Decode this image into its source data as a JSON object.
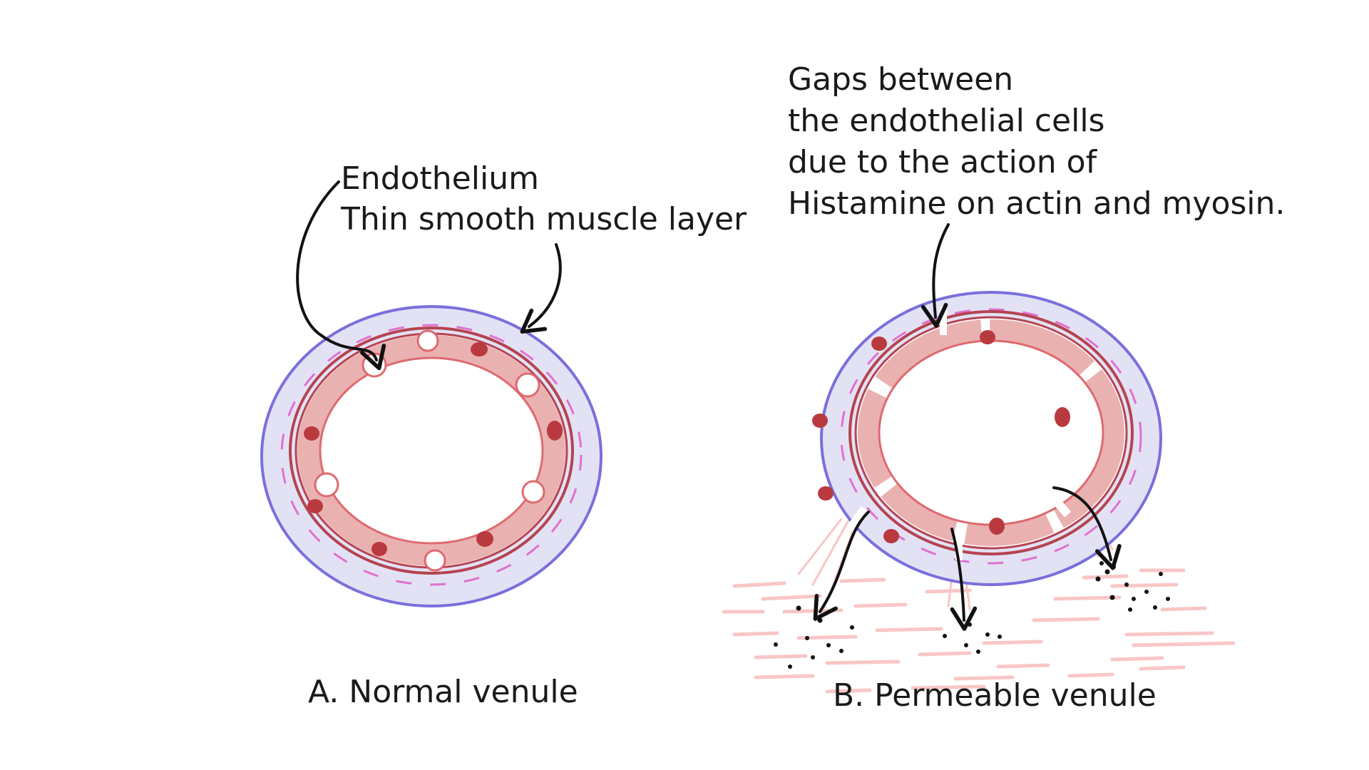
{
  "labels": {
    "endothelium": "Endothelium",
    "smooth_muscle": "Thin smooth muscle layer",
    "gaps": [
      "Gaps between",
      "the endothelial cells",
      "due to the action of",
      "Histamine on actin and myosin."
    ],
    "caption_a": "A. Normal venule",
    "caption_b": "B. Permeable venule"
  },
  "colors": {
    "adventitia_fill": "#e3e2f5",
    "adventitia_stroke": "#7b6fdc",
    "muscle_dash": "#e070cf",
    "wall_line": "#b54450",
    "endothelial_cell": "#eab1b1",
    "cell_border": "#de6a6f",
    "nucleus": "#b83a3f",
    "exudate": "#f8c6c6",
    "arrow": "#111111"
  },
  "icons": {
    "arrows": "curved-arrow-icon"
  }
}
